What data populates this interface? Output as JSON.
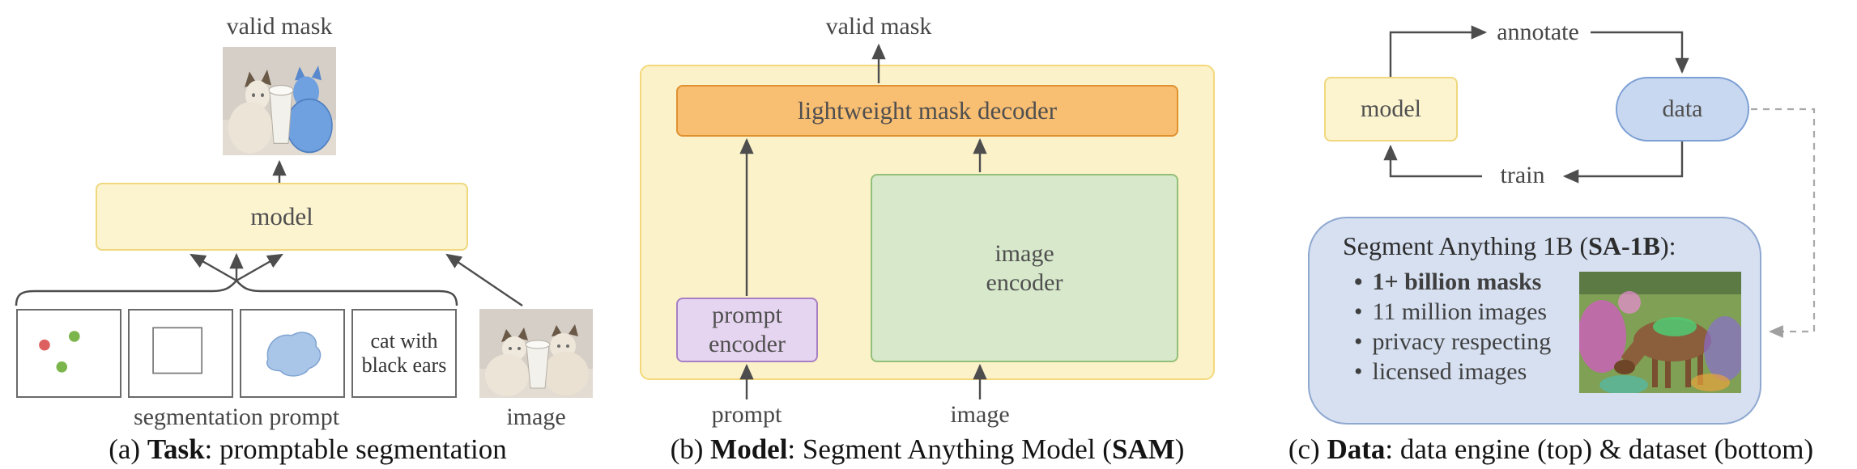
{
  "panel_a": {
    "valid_mask_label": "valid mask",
    "model_label": "model",
    "prompt_boxes": {
      "text_prompt": "cat with black ears"
    },
    "segmentation_prompt_label": "segmentation prompt",
    "image_label": "image",
    "caption": {
      "prefix": "(a) ",
      "bold": "Task",
      "rest": ": promptable segmentation"
    }
  },
  "panel_b": {
    "valid_mask_label": "valid mask",
    "mask_decoder_label": "lightweight mask decoder",
    "prompt_encoder_label": "prompt encoder",
    "image_encoder_label": "image encoder",
    "prompt_label": "prompt",
    "image_label": "image",
    "caption": {
      "prefix": "(b) ",
      "bold": "Model",
      "mid": ": Segment Anything Model (",
      "bold2": "SAM",
      "end": ")"
    }
  },
  "panel_c": {
    "model_label": "model",
    "data_label": "data",
    "annotate_label": "annotate",
    "train_label": "train",
    "dataset": {
      "title_prefix": "Segment Anything 1B (",
      "title_bold": "SA-1B",
      "title_suffix": "):",
      "bullet_char": "•",
      "bullets": [
        {
          "text": "1+ billion masks",
          "bold": true
        },
        {
          "text": "11 million images",
          "bold": false
        },
        {
          "text": "privacy respecting",
          "bold": false
        },
        {
          "text": "licensed images",
          "bold": false
        }
      ]
    },
    "caption": {
      "prefix": "(c) ",
      "bold": "Data",
      "rest": ": data engine (top) & dataset (bottom)"
    }
  },
  "colors": {
    "model_fill": "#FCF3CF",
    "model_border": "#EFD87E",
    "container_fill": "#FCF2C9",
    "container_border": "#F3D97B",
    "decoder_fill": "#F8BE72",
    "decoder_border": "#E0912F",
    "prompt_encoder_fill": "#E6D5F0",
    "prompt_encoder_border": "#A77FC4",
    "image_encoder_fill": "#D7E8CB",
    "image_encoder_border": "#93C078",
    "data_fill": "#C8D8F0",
    "data_border": "#7C9FD4",
    "dataset_fill": "#D6E0F1",
    "dataset_border": "#8FA8D0",
    "arrow": "#4d4d4d"
  }
}
